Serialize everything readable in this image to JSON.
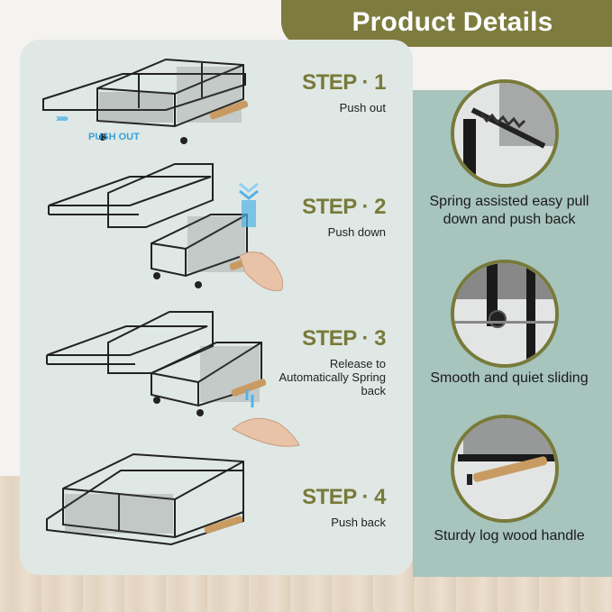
{
  "header": {
    "title": "Product Details"
  },
  "steps": [
    {
      "title": "STEP · 1",
      "subtitle": "Push out"
    },
    {
      "title": "STEP · 2",
      "subtitle": "Push down"
    },
    {
      "title": "STEP · 3",
      "subtitle": "Release to Automatically Spring back"
    },
    {
      "title": "STEP · 4",
      "subtitle": "Push back"
    }
  ],
  "push_out_label": "PUSH OUT",
  "features": [
    {
      "text": "Spring assisted easy pull down and push back",
      "icon": "spring-closeup-icon"
    },
    {
      "text": "Smooth and quiet sliding",
      "icon": "wheel-closeup-icon"
    },
    {
      "text": "Sturdy log wood handle",
      "icon": "wood-handle-closeup-icon"
    }
  ],
  "colors": {
    "olive": "#7e7b3e",
    "panel_left": "#dfe8e4",
    "panel_right": "#a7c4bd",
    "accent_blue": "#3aa0d8"
  }
}
